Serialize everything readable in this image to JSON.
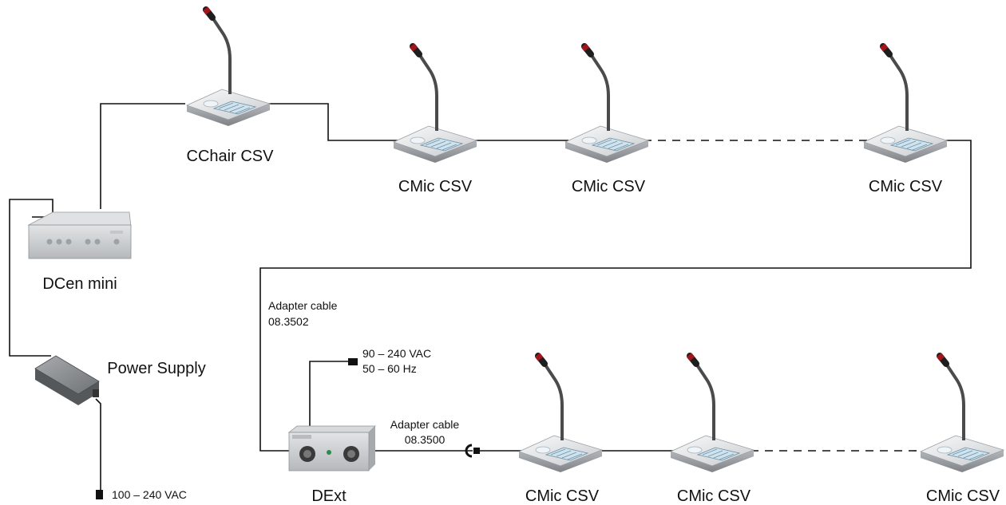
{
  "devices": {
    "chair": "CChair CSV",
    "mic_top_1": "CMic CSV",
    "mic_top_2": "CMic CSV",
    "mic_top_3": "CMic CSV",
    "mic_bot_1": "CMic CSV",
    "mic_bot_2": "CMic CSV",
    "mic_bot_3": "CMic CSV",
    "central_unit": "DCen mini",
    "power_supply": "Power Supply",
    "extender": "DExt"
  },
  "cables": {
    "adapter_1_line1": "Adapter cable",
    "adapter_1_line2": "08.3502",
    "adapter_2_line1": "Adapter cable",
    "adapter_2_line2": "08.3500"
  },
  "power": {
    "psu_input": "100 – 240 VAC",
    "ext_input_line1": "90 – 240 VAC",
    "ext_input_line2": "50 – 60 Hz"
  }
}
